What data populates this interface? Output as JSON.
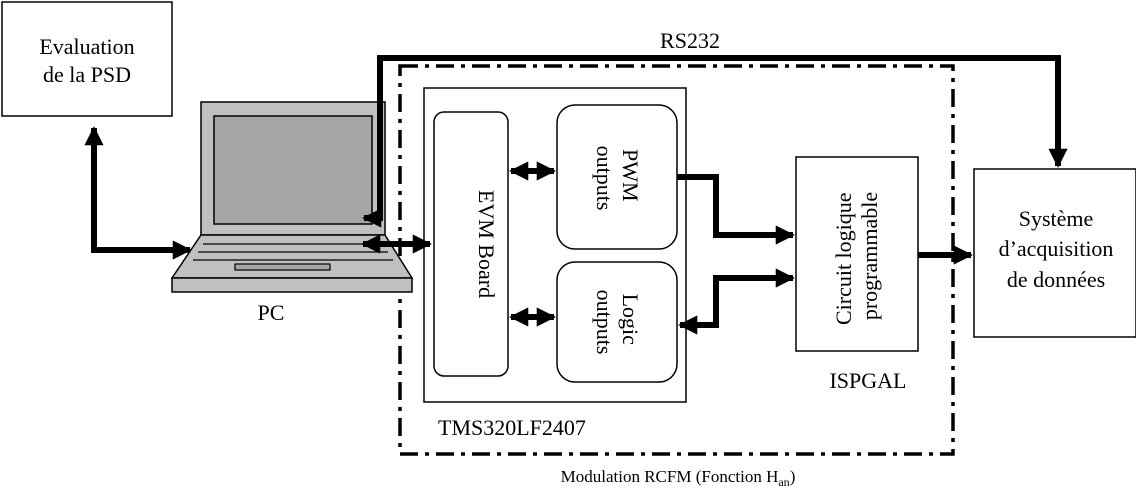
{
  "labels": {
    "eval_line1": "Evaluation",
    "eval_line2": "de la PSD",
    "rs232": "RS232",
    "pc": "PC",
    "evm_board": "EVM Board",
    "pwm_line1": "PWM",
    "pwm_line2": "outputs",
    "logic_line1": "Logic",
    "logic_line2": "outputs",
    "circuit_line1": "Circuit logique",
    "circuit_line2": "programmable",
    "ispgal": "ISPGAL",
    "systeme_line1": "Système",
    "systeme_line2": "d’acquisition",
    "systeme_line3": "de données",
    "tms": "TMS320LF2407",
    "modulation_main": "Modulation RCFM (Fonction H",
    "modulation_sub": "an",
    "modulation_close": ")"
  },
  "colors": {
    "stroke": "#000000",
    "laptop_body": "#c0c0c0",
    "laptop_screen": "#a6a6a6",
    "background": "#ffffff"
  }
}
